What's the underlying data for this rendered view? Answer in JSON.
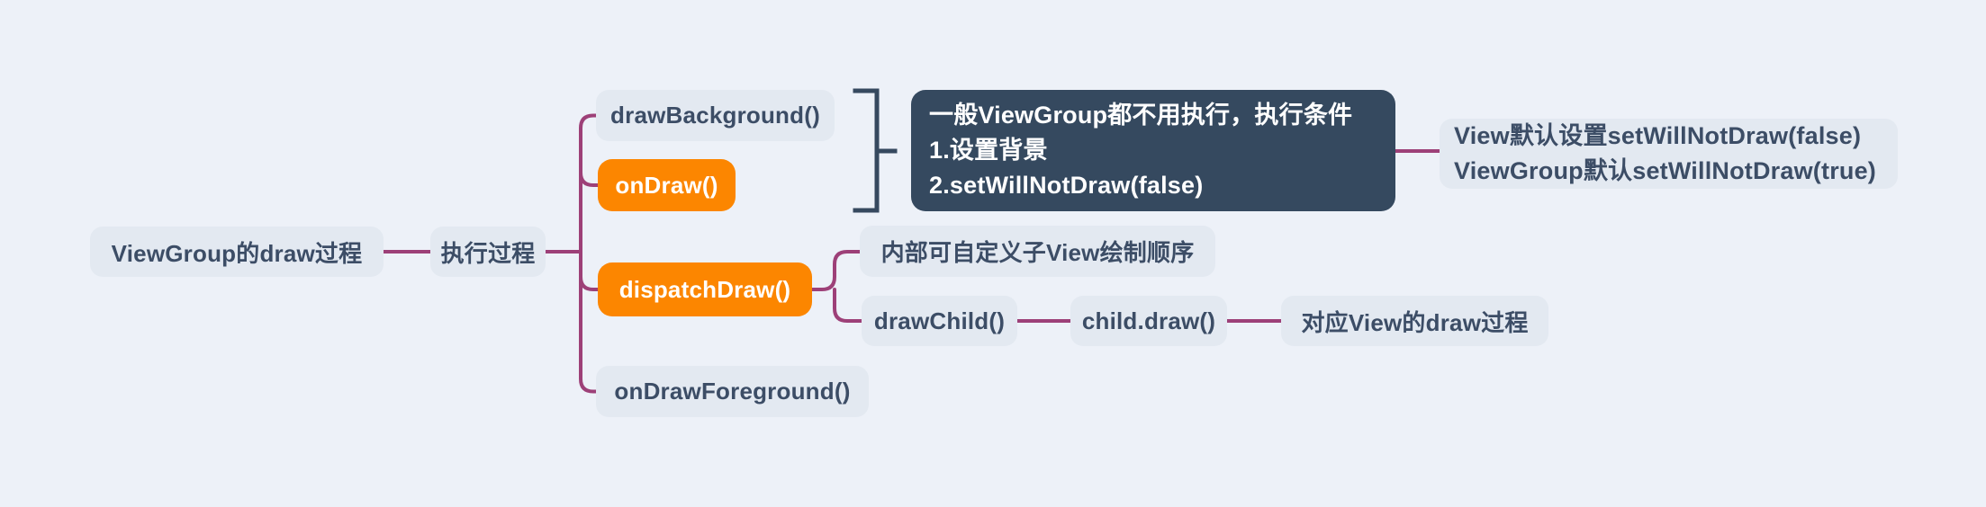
{
  "colors": {
    "page-bg": "#edf1f8",
    "node-bg": "#e3e9f1",
    "node-text": "#3c4d66",
    "accent-orange": "#fc8600",
    "note-bg": "#35495f",
    "note-text": "#ffffff",
    "connector": "#9d4078",
    "bracket": "#36495f"
  },
  "mindmap": {
    "root": "ViewGroup的draw过程",
    "process": "执行过程",
    "draw_background": "drawBackground()",
    "on_draw": "onDraw()",
    "note_line1": "一般ViewGroup都不用执行，执行条件",
    "note_line2": "1.设置背景",
    "note_line3": "2.setWillNotDraw(false)",
    "detail_line1": "View默认设置setWillNotDraw(false)",
    "detail_line2": "ViewGroup默认setWillNotDraw(true)",
    "dispatch_draw": "dispatchDraw()",
    "custom_order": "内部可自定义子View绘制顺序",
    "draw_child": "drawChild()",
    "child_draw": "child.draw()",
    "view_draw_process": "对应View的draw过程",
    "on_draw_foreground": "onDrawForeground()"
  }
}
